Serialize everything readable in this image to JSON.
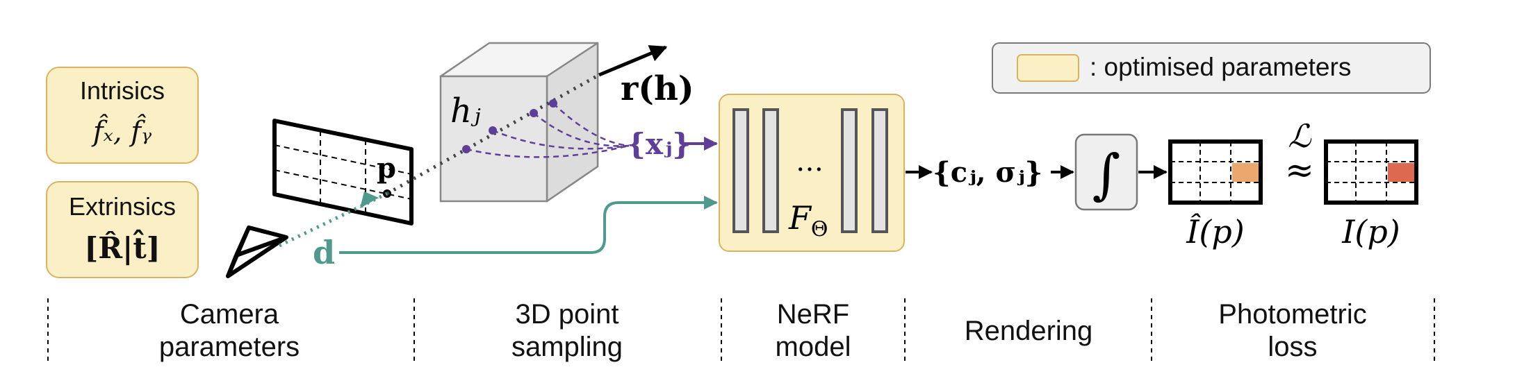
{
  "legend": {
    "text": ": optimised parameters"
  },
  "camera_params": {
    "intrinsics_title": "Intrisics",
    "intrinsics_math": "f̂ₓ, f̂ᵧ",
    "extrinsics_title": "Extrinsics",
    "extrinsics_math": "[R̂|t̂]"
  },
  "math": {
    "p": "p",
    "d": "d",
    "ray": "r(h)",
    "h": "hⱼ",
    "x_set": "{xⱼ}",
    "dots": "…",
    "f_theta": "F",
    "f_theta_sub": "Θ",
    "c_sigma": "{cⱼ, σⱼ}",
    "integral": "∫",
    "i_hat": "Î(p)",
    "i": "I(p)",
    "loss": "ℒ",
    "approx": "≈"
  },
  "stages": [
    {
      "line1": "Camera",
      "line2": "parameters"
    },
    {
      "line1": "3D point",
      "line2": "sampling"
    },
    {
      "line1": "NeRF",
      "line2": "model"
    },
    {
      "line1": "Rendering",
      "line2": ""
    },
    {
      "line1": "Photometric",
      "line2": "loss"
    }
  ],
  "colors": {
    "optimised_fill": "#fbefc6",
    "optimised_stroke": "#d9b35e",
    "teal": "#4f9a8d",
    "purple": "#5d3f9a",
    "pixel_orange": "#eba86e",
    "pixel_red": "#dd6a4f"
  }
}
